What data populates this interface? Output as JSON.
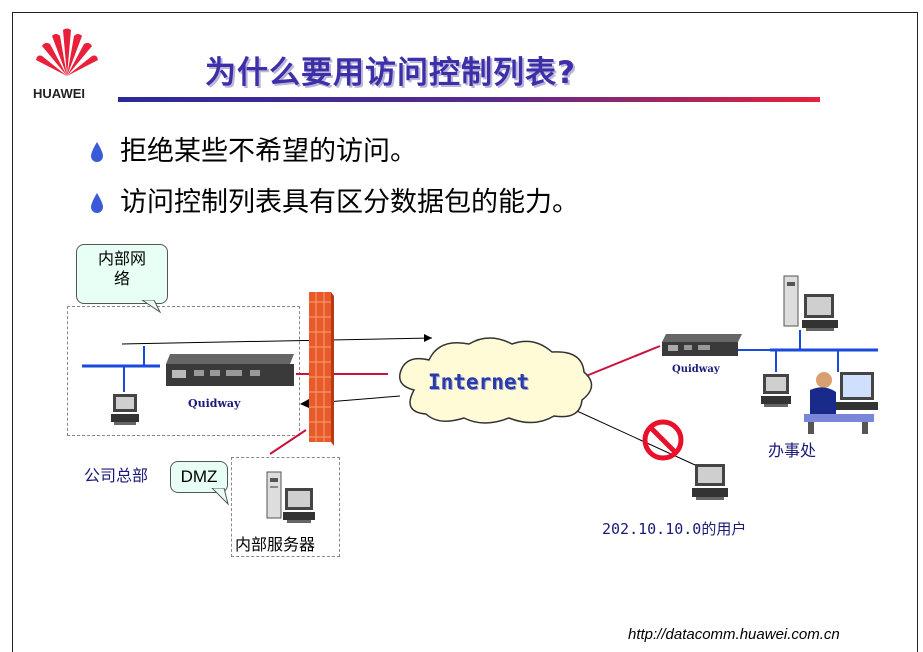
{
  "slide": {
    "title": "为什么要用访问控制列表?",
    "logo_text": "HUAWEI",
    "footer_url": "http://datacomm.huawei.com.cn",
    "colors": {
      "title": "#3d2fa8",
      "rule_start": "#2a2a9a",
      "rule_end": "#e8203a",
      "firewall": "#e84a2a",
      "network_line": "#1a4adc",
      "link_line": "#c8143c"
    }
  },
  "bullets": [
    "拒绝某些不希望的访问。",
    "访问控制列表具有区分数据包的能力。"
  ],
  "diagram": {
    "internal_network_bubble": [
      "内部网",
      "络"
    ],
    "hq_label": "公司总部",
    "dmz_bubble": "DMZ",
    "internal_server_label": "内部服务器",
    "router_left_label": "Quidway",
    "router_right_label": "Quidway",
    "cloud_label": "Internet",
    "office_label": "办事处",
    "blocked_user_label": "202.10.10.0的用户",
    "icons": [
      "huawei-logo",
      "bullet-drop-icon",
      "router-icon",
      "pc-icon",
      "server-icon",
      "firewall-icon",
      "cloud-icon",
      "no-entry-icon",
      "person-at-desk-icon"
    ]
  }
}
